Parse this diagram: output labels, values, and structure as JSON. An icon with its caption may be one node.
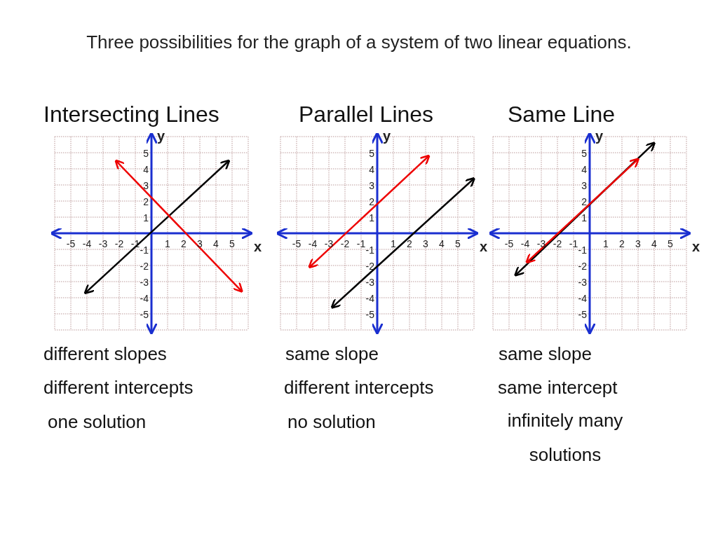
{
  "diagram": {
    "title": "Three possibilities for the graph of a system of two linear equations.",
    "labels": [
      "Intersecting Lines",
      "Parallel Lines",
      "Same Line",
      "y",
      "5",
      "4",
      "3",
      "2",
      "1",
      "-5",
      "-4",
      "-3",
      "-2",
      "-1",
      "1",
      "2",
      "3",
      "4",
      "5",
      "-1",
      "x",
      "-2",
      "-3",
      "-4",
      "-5",
      "y",
      "5",
      "4",
      "3",
      "2",
      "1",
      "-5",
      "-4",
      "-3",
      "-2",
      "-1",
      "1",
      "2",
      "3",
      "4",
      "5",
      "-1",
      "x",
      "-2",
      "-3",
      "-4",
      "-5",
      "y",
      "5",
      "4",
      "3",
      "2",
      "1",
      "-5",
      "-4",
      "-3",
      "-2",
      "-1",
      "1",
      "2",
      "3",
      "4",
      "5",
      "-1",
      "x",
      "-2",
      "-3",
      "-4",
      "-5",
      "different slopes",
      "same slope",
      "same slope",
      "different intercepts",
      "different intercepts",
      "same intercept",
      "one solution",
      "no solution",
      "infinitely many solutions"
    ]
  }
}
